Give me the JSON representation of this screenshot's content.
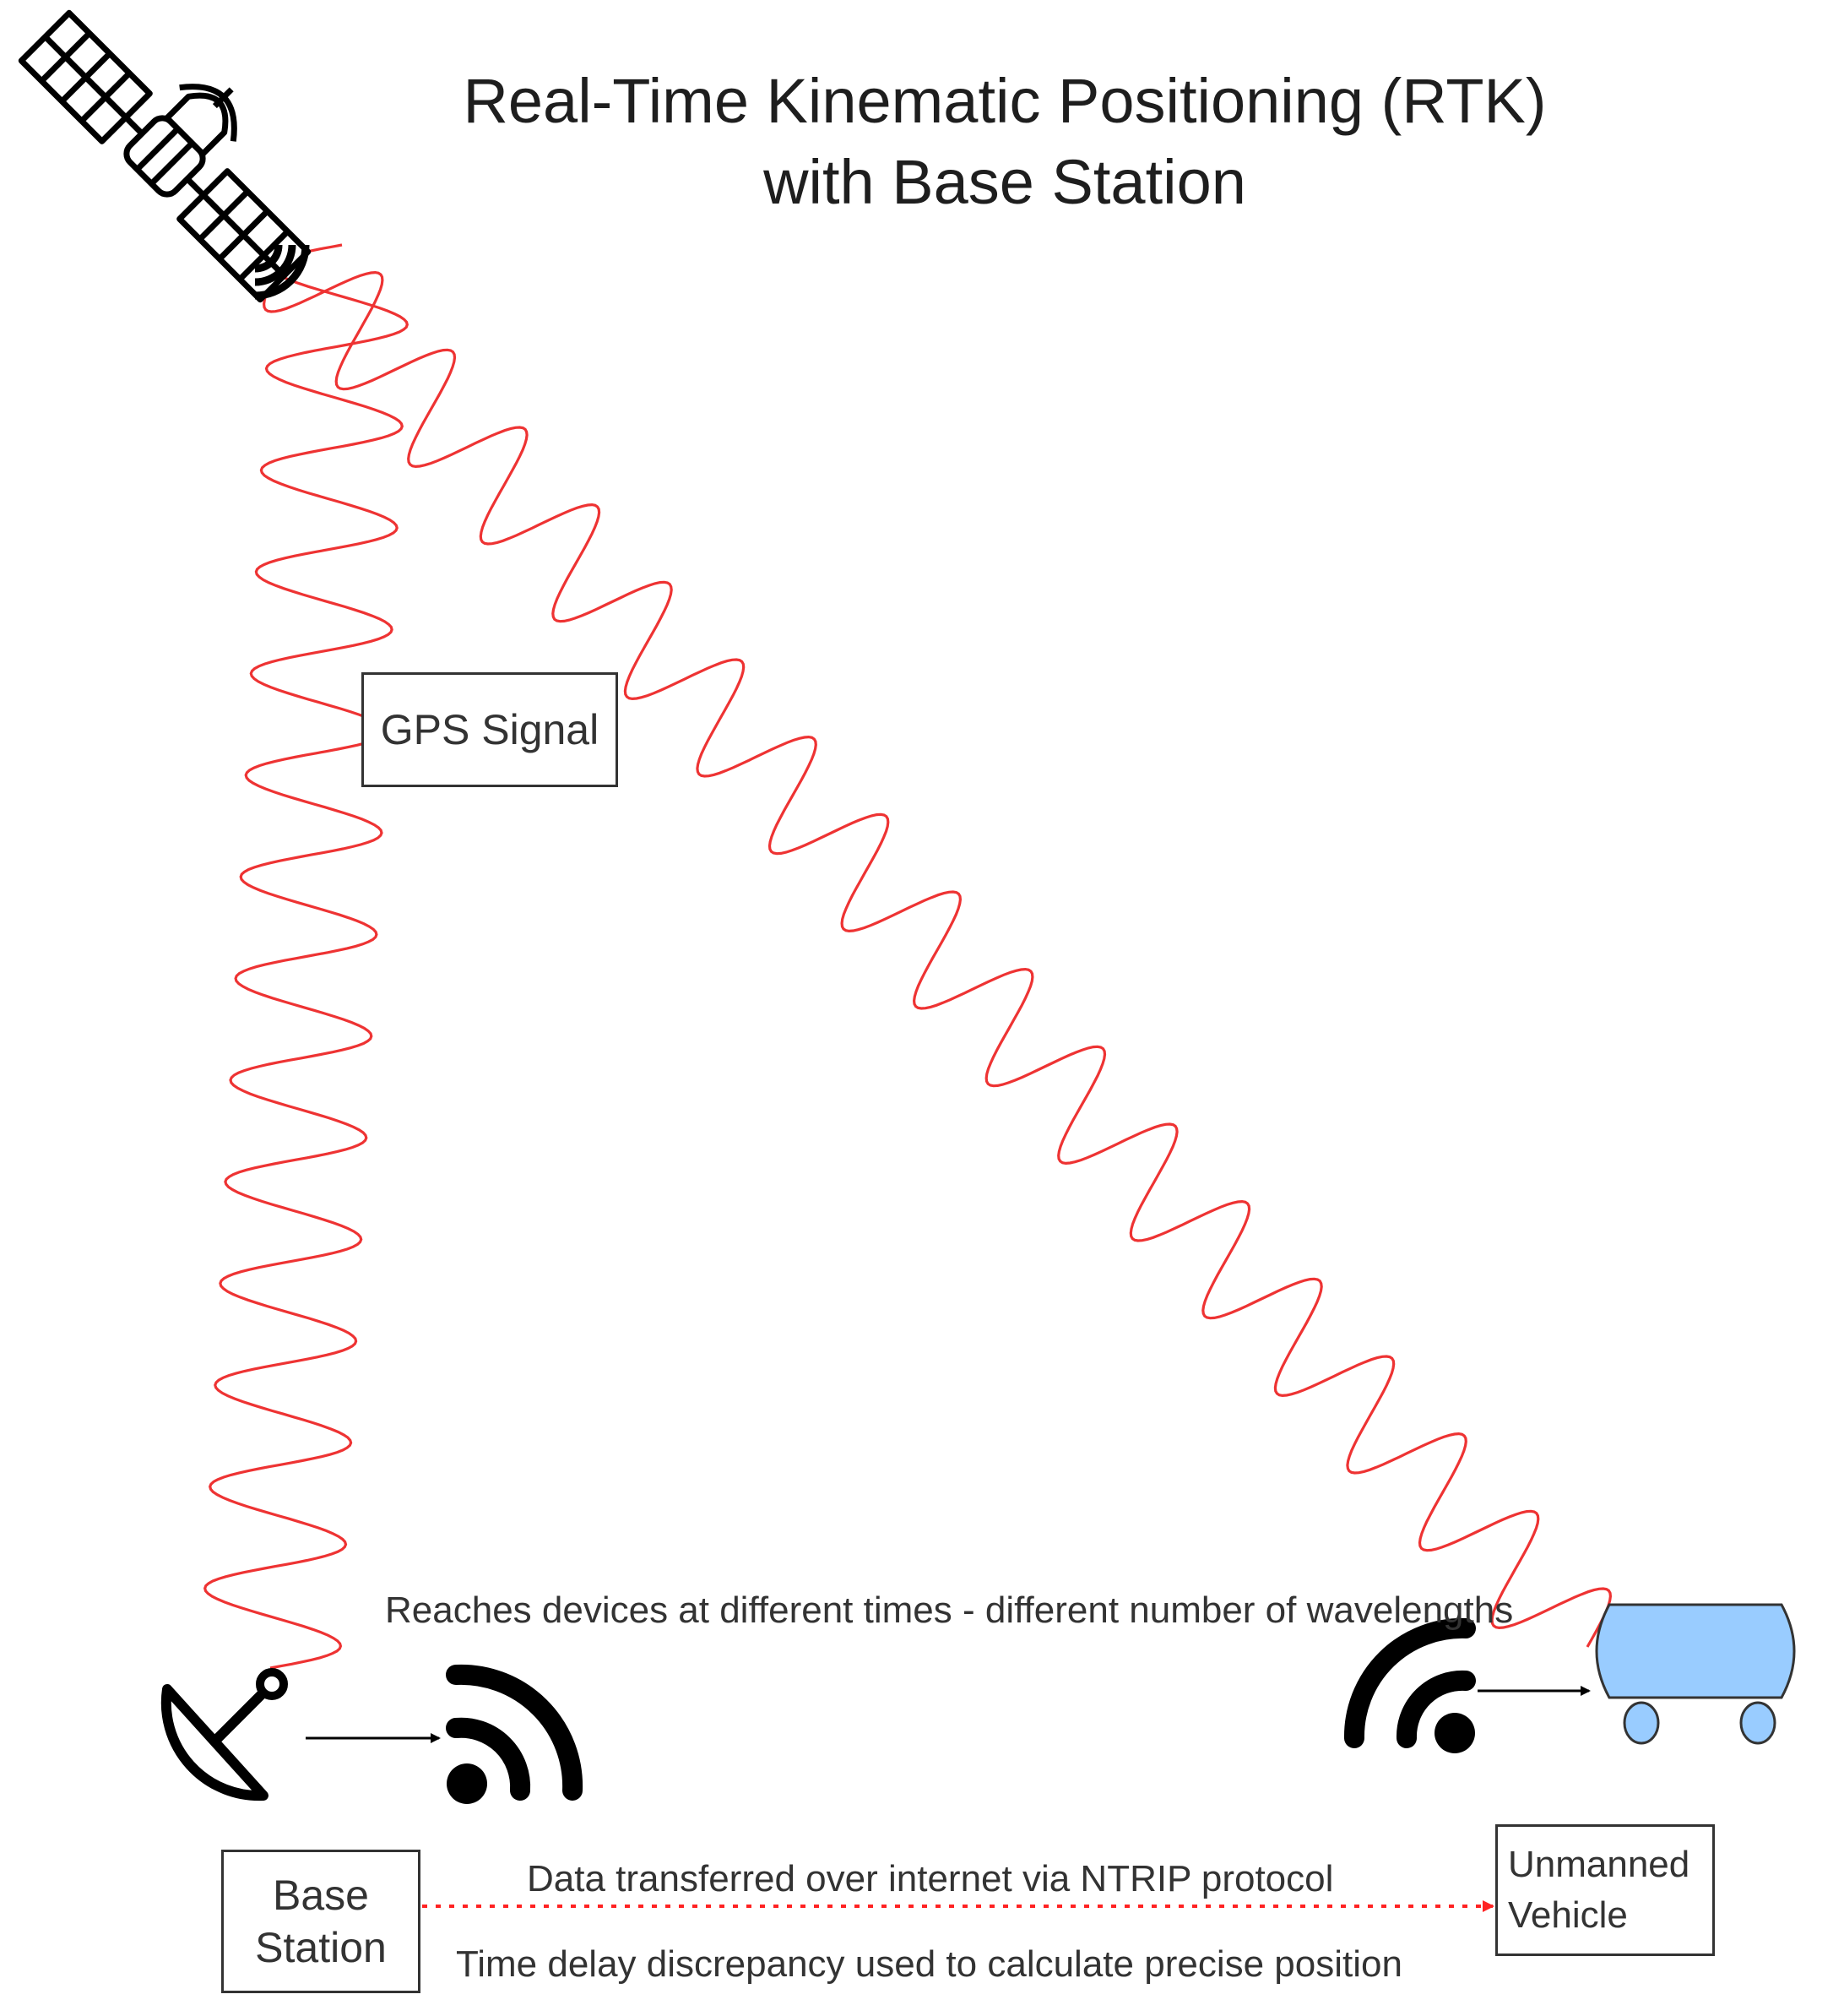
{
  "title": {
    "line1": "Real-Time Kinematic Positioning (RTK)",
    "line2": "with Base Station"
  },
  "labels": {
    "gps_signal": "GPS Signal",
    "base_station_line1": "Base",
    "base_station_line2": "Station",
    "vehicle_line1": "Unmanned",
    "vehicle_line2": "Vehicle"
  },
  "captions": {
    "reaches": "Reaches devices at different times - different number of wavelengths",
    "data_transfer": "Data transferred over internet via NTRIP protocol",
    "time_delay": "Time delay discrepancy used to calculate precise position"
  },
  "colors": {
    "signal": "#ee3333",
    "vehicle_body": "#99ccff",
    "ink": "#000000",
    "link": "#ff2222"
  },
  "icons": [
    "satellite-icon",
    "satellite-dish-icon",
    "wifi-icon",
    "vehicle-icon"
  ]
}
